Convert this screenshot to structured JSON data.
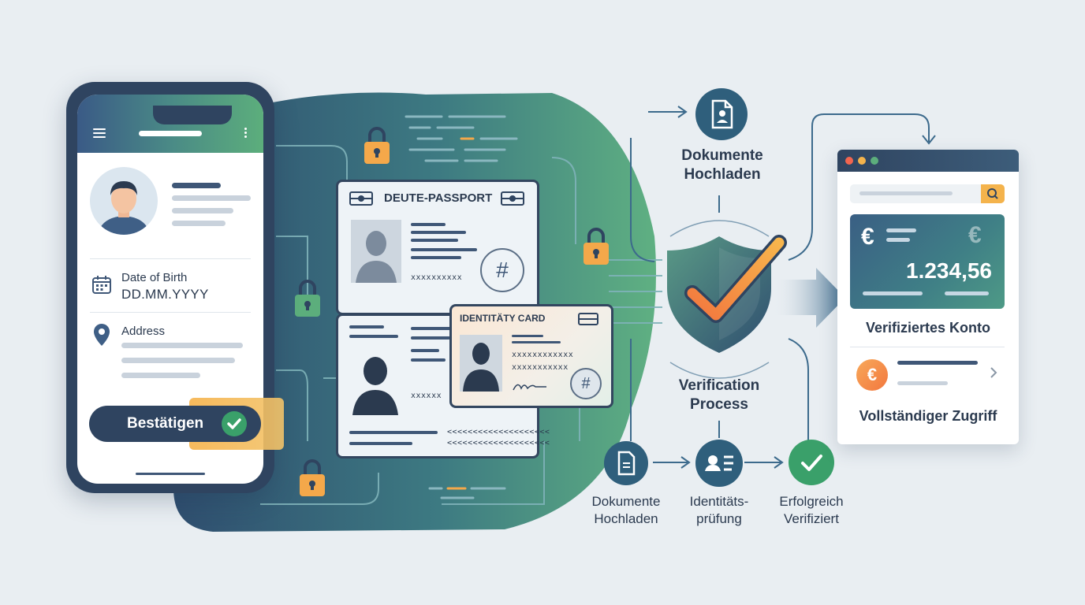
{
  "phone": {
    "date_label": "Date of Birth",
    "date_value": "DD.MM.YYYY",
    "address_label": "Address",
    "confirm_label": "Bestätigen"
  },
  "passport": {
    "title": "DEUTE-PASSPORT",
    "mrz_1": "xxxxxxxxxx",
    "mrz_2": "xxxxxx",
    "mrz_3": "<<<<<<<<<<<<<<<<<<<<",
    "hash": "#"
  },
  "id_card": {
    "title": "IDENTITÄTY CARD",
    "mrz_1": "xxxxxxxxxxxx",
    "mrz_2": "xxxxxxxxxxx",
    "hash": "#"
  },
  "flow": {
    "upload_top_l1": "Dokumente",
    "upload_top_l2": "Hochladen",
    "process_l1": "Verification",
    "process_l2": "Process",
    "steps": [
      {
        "l1": "Dokumente",
        "l2": "Hochladen"
      },
      {
        "l1": "Identitäts-",
        "l2": "prüfung"
      },
      {
        "l1": "Erfolgreich",
        "l2": "Verifiziert"
      }
    ]
  },
  "browser": {
    "currency": "€",
    "amount": "1.234,56",
    "account_label": "Verifiziertes Konto",
    "access_label": "Vollständiger Zugriff"
  },
  "icons": [
    "menu-icon",
    "more-icon",
    "user-avatar-icon",
    "calendar-icon",
    "location-pin-icon",
    "check-icon",
    "lock-icon",
    "document-icon",
    "shield-check-icon",
    "id-badge-icon",
    "search-icon",
    "euro-icon",
    "chevron-right-icon",
    "arrow-right-icon"
  ],
  "colors": {
    "navy": "#2f4460",
    "teal": "#4a8a86",
    "green": "#5cae7c",
    "orange": "#f4a84a",
    "check_green": "#3aa06a"
  }
}
